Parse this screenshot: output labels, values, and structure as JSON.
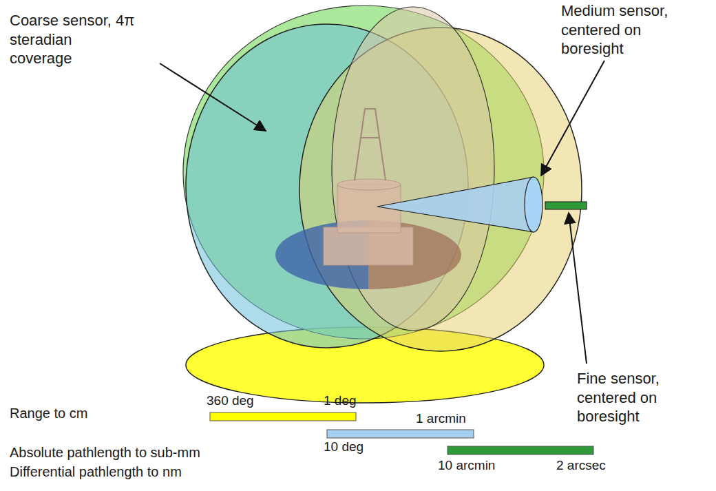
{
  "diagram": {
    "labels": [
      "Coarse sensor, 4π steradian coverage",
      "Medium sensor, centered on boresight",
      "Fine sensor, centered on boresight",
      "Range to cm",
      "360 deg",
      "1 deg",
      "1 arcmin",
      "Absolute pathlength to sub-mm",
      "10 deg",
      "Differential pathlength to nm",
      "10 arcmin",
      "2 arcsec"
    ]
  }
}
